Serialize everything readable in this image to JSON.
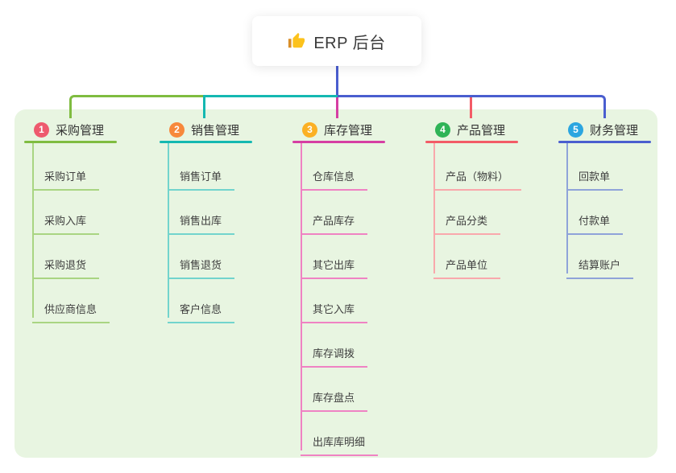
{
  "root": {
    "label": "ERP 后台",
    "icon": "thumbs-up-icon"
  },
  "colors": {
    "page_bg": "#ffffff",
    "panel_bg": "#e8f5e1",
    "trunk_blue": "#4a5ecf",
    "root_card_bg": "#ffffff",
    "root_text": "#3a3a3a",
    "title_text": "#333333",
    "child_text": "#3f3f3f",
    "thumb_hand": "#fcc21c",
    "thumb_cuff": "#d98e28"
  },
  "branches": [
    {
      "index": "1",
      "label": "采购管理",
      "badge_color": "#ee5a6e",
      "line_color": "#7fbc40",
      "child_line_color": "#a9d582",
      "children": [
        "采购订单",
        "采购入库",
        "采购退货",
        "供应商信息"
      ]
    },
    {
      "index": "2",
      "label": "销售管理",
      "badge_color": "#f7883b",
      "line_color": "#14b8b1",
      "child_line_color": "#72d4cd",
      "children": [
        "销售订单",
        "销售出库",
        "销售退货",
        "客户信息"
      ]
    },
    {
      "index": "3",
      "label": "库存管理",
      "badge_color": "#fbb024",
      "line_color": "#d63ea3",
      "child_line_color": "#ef82c3",
      "children": [
        "仓库信息",
        "产品库存",
        "其它出库",
        "其它入库",
        "库存调拨",
        "库存盘点",
        "出库库明细"
      ]
    },
    {
      "index": "4",
      "label": "产品管理",
      "badge_color": "#2fb457",
      "line_color": "#f35b66",
      "child_line_color": "#f9a8ac",
      "children": [
        "产品（物料）",
        "产品分类",
        "产品单位"
      ]
    },
    {
      "index": "5",
      "label": "财务管理",
      "badge_color": "#2ba6e0",
      "line_color": "#4a5ecf",
      "child_line_color": "#8fa3d9",
      "children": [
        "回款单",
        "付款单",
        "结算账户"
      ]
    }
  ]
}
